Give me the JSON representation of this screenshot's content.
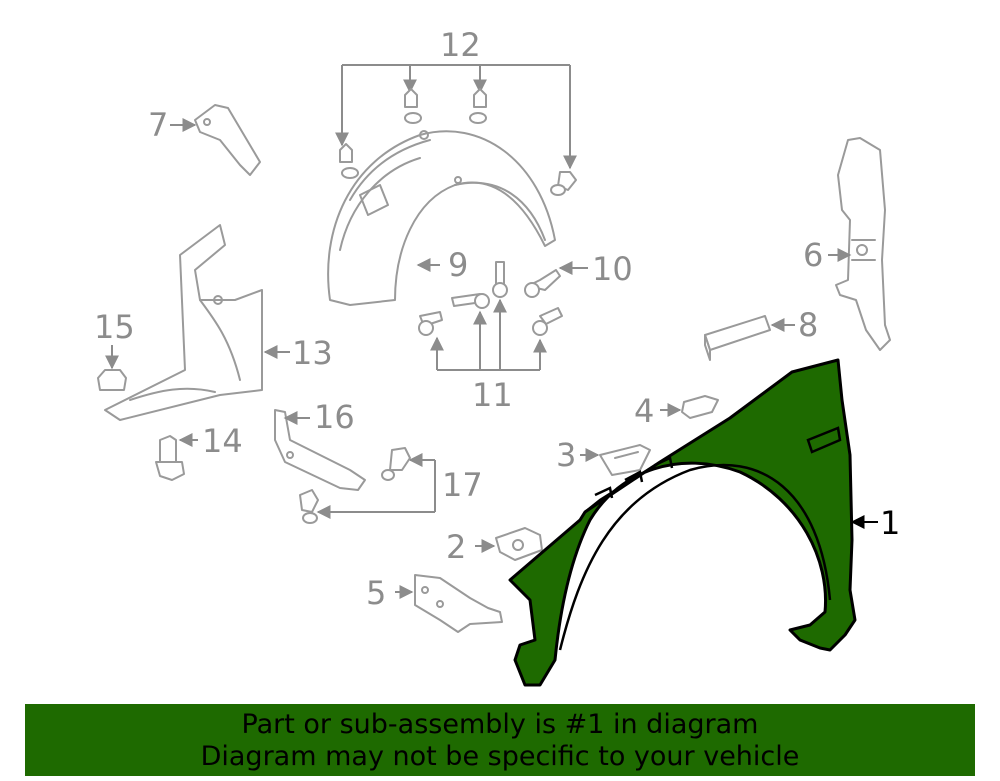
{
  "callouts": {
    "c1": "1",
    "c2": "2",
    "c3": "3",
    "c4": "4",
    "c5": "5",
    "c6": "6",
    "c7": "7",
    "c8": "8",
    "c9": "9",
    "c10": "10",
    "c11": "11",
    "c12": "12",
    "c13": "13",
    "c14": "14",
    "c15": "15",
    "c16": "16",
    "c17": "17"
  },
  "highlight_part": "1",
  "colors": {
    "highlight": "#1e6a00",
    "ghost": "#9a9a9a",
    "banner": "#1e6a00"
  },
  "banner": {
    "line1": "Part or sub-assembly is #1 in diagram",
    "line2": "Diagram may not be specific to your vehicle"
  }
}
